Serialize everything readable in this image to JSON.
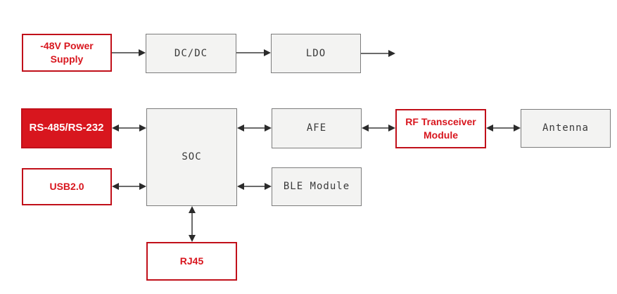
{
  "diagram": {
    "type": "block-diagram",
    "background": "#ffffff",
    "colors": {
      "accent_red": "#d8161e",
      "red_border": "#c1101a",
      "gray_fill": "#f3f3f2",
      "gray_border": "#7c7c7c",
      "gray_text": "#3a3a3a",
      "arrow_line": "#6b6b6b",
      "arrow_head": "#2b2b2b"
    },
    "nodes": {
      "power_supply": {
        "label": "-48V Power Supply",
        "style": "red-outline"
      },
      "dcdc": {
        "label": "DC/DC",
        "style": "gray"
      },
      "ldo": {
        "label": "LDO",
        "style": "gray"
      },
      "rs485": {
        "label": "RS-485/RS-232",
        "style": "red-fill"
      },
      "usb": {
        "label": "USB2.0",
        "style": "red-outline"
      },
      "soc": {
        "label": "SOC",
        "style": "gray"
      },
      "afe": {
        "label": "AFE",
        "style": "gray"
      },
      "ble": {
        "label": "BLE Module",
        "style": "gray"
      },
      "rf": {
        "label": "RF Transceiver Module",
        "style": "red-outline"
      },
      "antenna": {
        "label": "Antenna",
        "style": "gray"
      },
      "rj45": {
        "label": "RJ45",
        "style": "red-outline"
      }
    },
    "connections": [
      {
        "from": "power_supply",
        "to": "dcdc",
        "direction": "one-way"
      },
      {
        "from": "dcdc",
        "to": "ldo",
        "direction": "one-way"
      },
      {
        "from": "ldo",
        "to": "output",
        "direction": "one-way"
      },
      {
        "from": "rs485",
        "to": "soc",
        "direction": "two-way"
      },
      {
        "from": "soc",
        "to": "afe",
        "direction": "two-way"
      },
      {
        "from": "afe",
        "to": "rf",
        "direction": "two-way"
      },
      {
        "from": "rf",
        "to": "antenna",
        "direction": "two-way"
      },
      {
        "from": "usb",
        "to": "soc",
        "direction": "two-way"
      },
      {
        "from": "soc",
        "to": "ble",
        "direction": "two-way"
      },
      {
        "from": "soc",
        "to": "rj45",
        "direction": "two-way"
      }
    ]
  }
}
